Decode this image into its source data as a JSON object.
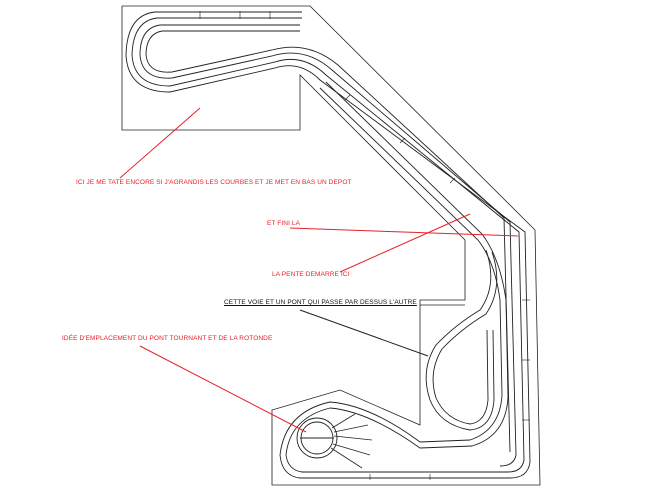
{
  "diagram": {
    "annotations": [
      {
        "id": "annotation-depot",
        "text": "ICI JE ME TATE ENCORE SI J'AGRANDIS LES COURBES ET JE MET EN BAS UN DEPOT",
        "color": "#e8202a",
        "underline": false
      },
      {
        "id": "annotation-end",
        "text": "ET FINI LA",
        "color": "#e8202a",
        "underline": false
      },
      {
        "id": "annotation-slope",
        "text": "LA PENTE DEMARRE ICI",
        "color": "#e8202a",
        "underline": false
      },
      {
        "id": "annotation-bridge",
        "text": "CETTE VOIE ET UN PONT QUI PASSE PAR DESSUS L'AUTRE",
        "color": "#111111",
        "underline": true
      },
      {
        "id": "annotation-turntable",
        "text": "IDÉE D'EMPLACEMENT DU PONT TOURNANT ET DE LA ROTONDE",
        "color": "#e8202a",
        "underline": false
      }
    ],
    "colors": {
      "track": "#222222",
      "outline": "#222222",
      "leader": "#e8202a"
    }
  }
}
